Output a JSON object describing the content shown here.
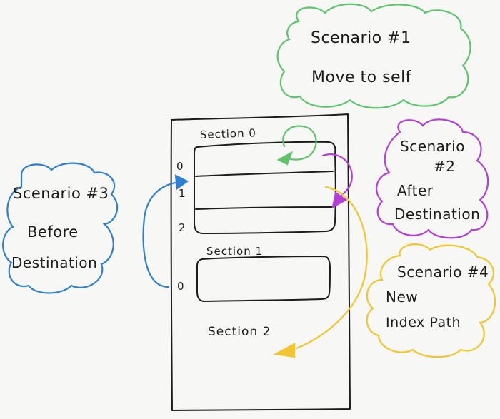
{
  "colors": {
    "ink": "#1c1c1c",
    "green": "#5ec46b",
    "purple": "#b33fd6",
    "blue": "#2f7fd1",
    "yellow": "#f1c531",
    "paper": "#f7f7f5"
  },
  "table": {
    "sections": [
      {
        "title": "Section 0",
        "rows": [
          "0",
          "1",
          "2"
        ]
      },
      {
        "title": "Section 1",
        "rows": [
          "0"
        ]
      },
      {
        "title": "Section 2",
        "rows": []
      }
    ]
  },
  "scenarios": [
    {
      "id": "s1",
      "color": "green",
      "lines": [
        "Scenario #1",
        "Move to self"
      ]
    },
    {
      "id": "s2",
      "color": "purple",
      "lines": [
        "Scenario",
        "#2",
        "After",
        "Destination"
      ]
    },
    {
      "id": "s3",
      "color": "blue",
      "lines": [
        "Scenario #3",
        "Before",
        "Destination"
      ]
    },
    {
      "id": "s4",
      "color": "yellow",
      "lines": [
        "Scenario #4",
        "New",
        "Index Path"
      ]
    }
  ]
}
